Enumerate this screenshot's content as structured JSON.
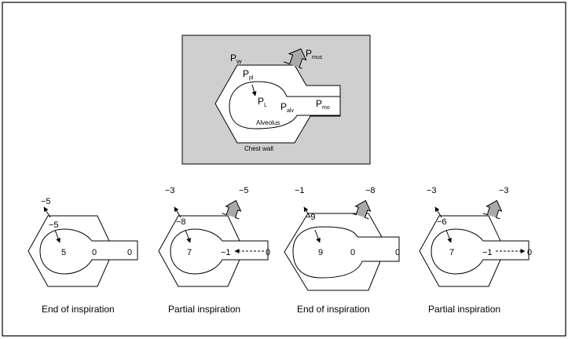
{
  "top_diagram": {
    "labels": {
      "p_w": "P",
      "p_w_sub": "W",
      "p_mus": "P",
      "p_mus_sub": "mus",
      "p_pl": "P",
      "p_pl_sub": "pl",
      "p_l": "P",
      "p_l_sub": "L",
      "p_alv": "P",
      "p_alv_sub": "alv",
      "p_mo": "P",
      "p_mo_sub": "mo",
      "alveolus": "Alveolus",
      "chest_wall": "Chest wall"
    },
    "colors": {
      "panel_bg": "#cfcfcf",
      "arrow_fill": "#a9a9a9"
    }
  },
  "panels": [
    {
      "wall": "−5",
      "muscle": "",
      "pleural": "−5",
      "lung": "5",
      "alv": "0",
      "mouth_left": "",
      "mouth": "0",
      "caption": "End of inspiration",
      "has_muscle_arrow": false,
      "flow_arrow": "none"
    },
    {
      "wall": "−3",
      "muscle": "−5",
      "pleural": "−8",
      "lung": "7",
      "alv": "",
      "mouth_left": "−1",
      "mouth": "0",
      "caption": "Partial inspiration",
      "has_muscle_arrow": true,
      "flow_arrow": "in"
    },
    {
      "wall": "−1",
      "muscle": "−8",
      "pleural": "−9",
      "lung": "9",
      "alv": "0",
      "mouth_left": "",
      "mouth": "0",
      "caption": "End of inspiration",
      "has_muscle_arrow": true,
      "flow_arrow": "none"
    },
    {
      "wall": "−3",
      "muscle": "−3",
      "pleural": "−6",
      "lung": "7",
      "alv": "",
      "mouth_left": "−1",
      "mouth": "0",
      "caption": "Partial inspiration",
      "has_muscle_arrow": true,
      "flow_arrow": "out"
    }
  ]
}
